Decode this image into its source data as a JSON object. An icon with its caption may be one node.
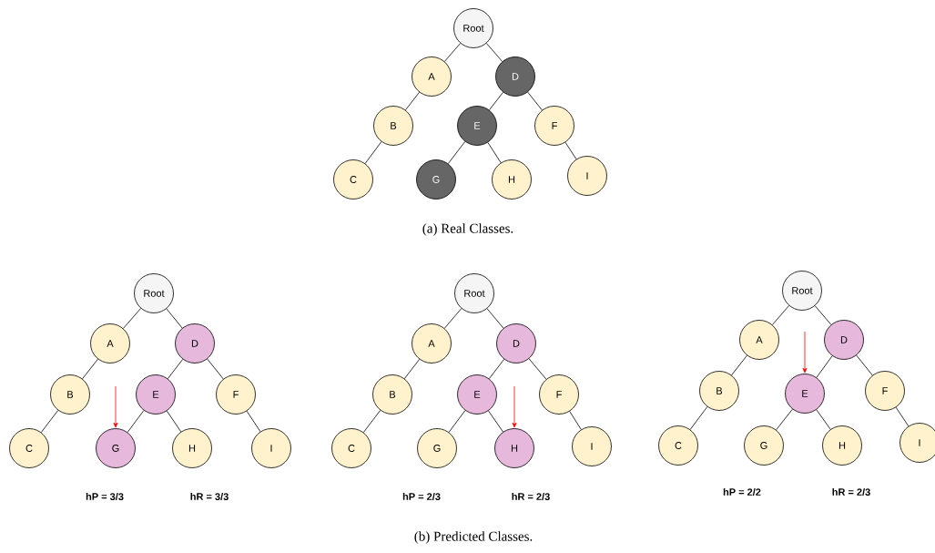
{
  "diagram": {
    "nodes": [
      {
        "text": [
          "Root"
        ]
      },
      {
        "text": [
          "A"
        ]
      },
      {
        "text": [
          "D"
        ]
      },
      {
        "text": [
          "B"
        ]
      },
      {
        "text": [
          "E"
        ]
      },
      {
        "text": [
          "F"
        ]
      },
      {
        "text": [
          "C"
        ]
      },
      {
        "text": [
          "G"
        ]
      },
      {
        "text": [
          "H"
        ]
      },
      {
        "text": [
          "I"
        ]
      },
      {
        "text": [
          "Root"
        ]
      },
      {
        "text": [
          "A"
        ]
      },
      {
        "text": [
          "D"
        ]
      },
      {
        "text": [
          "B"
        ]
      },
      {
        "text": [
          "E"
        ]
      },
      {
        "text": [
          "F"
        ]
      },
      {
        "text": [
          "C"
        ]
      },
      {
        "text": [
          "G"
        ]
      },
      {
        "text": [
          "H"
        ]
      },
      {
        "text": [
          "I"
        ]
      },
      {
        "text": [
          "Root"
        ]
      },
      {
        "text": [
          "A"
        ]
      },
      {
        "text": [
          "D"
        ]
      },
      {
        "text": [
          "B"
        ]
      },
      {
        "text": [
          "E"
        ]
      },
      {
        "text": [
          "F"
        ]
      },
      {
        "text": [
          "C"
        ]
      },
      {
        "text": [
          "G"
        ]
      },
      {
        "text": [
          "H"
        ]
      },
      {
        "text": [
          "I"
        ]
      },
      {
        "text": [
          "Root"
        ]
      },
      {
        "text": [
          "A"
        ]
      },
      {
        "text": [
          "D"
        ]
      },
      {
        "text": [
          "B"
        ]
      },
      {
        "text": [
          "E"
        ]
      },
      {
        "text": [
          "F"
        ]
      },
      {
        "text": [
          "C"
        ]
      },
      {
        "text": [
          "G"
        ]
      },
      {
        "text": [
          "H"
        ]
      },
      {
        "text": [
          "I"
        ]
      }
    ],
    "edges": [
      {
        "from": 0,
        "to": 1,
        "arrow": "none"
      },
      {
        "from": 0,
        "to": 2,
        "arrow": "none"
      },
      {
        "from": 1,
        "to": 3,
        "arrow": "none"
      },
      {
        "from": 3,
        "to": 6,
        "arrow": "none"
      },
      {
        "from": 2,
        "to": 4,
        "arrow": "none"
      },
      {
        "from": 2,
        "to": 5,
        "arrow": "none"
      },
      {
        "from": 4,
        "to": 7,
        "arrow": "none"
      },
      {
        "from": 4,
        "to": 8,
        "arrow": "none"
      },
      {
        "from": 5,
        "to": 9,
        "arrow": "none"
      },
      {
        "from": 10,
        "to": 11,
        "arrow": "none"
      },
      {
        "from": 10,
        "to": 12,
        "arrow": "none"
      },
      {
        "from": 11,
        "to": 13,
        "arrow": "none"
      },
      {
        "from": 13,
        "to": 16,
        "arrow": "none"
      },
      {
        "from": 12,
        "to": 14,
        "arrow": "none"
      },
      {
        "from": 12,
        "to": 15,
        "arrow": "none"
      },
      {
        "from": 14,
        "to": 17,
        "arrow": "none"
      },
      {
        "from": 14,
        "to": 18,
        "arrow": "none"
      },
      {
        "from": 15,
        "to": 19,
        "arrow": "none"
      },
      {
        "from": 20,
        "to": 21,
        "arrow": "none"
      },
      {
        "from": 20,
        "to": 22,
        "arrow": "none"
      },
      {
        "from": 21,
        "to": 23,
        "arrow": "none"
      },
      {
        "from": 23,
        "to": 26,
        "arrow": "none"
      },
      {
        "from": 22,
        "to": 24,
        "arrow": "none"
      },
      {
        "from": 22,
        "to": 25,
        "arrow": "none"
      },
      {
        "from": 24,
        "to": 27,
        "arrow": "none"
      },
      {
        "from": 24,
        "to": 28,
        "arrow": "none"
      },
      {
        "from": 25,
        "to": 29,
        "arrow": "none"
      },
      {
        "from": 30,
        "to": 31,
        "arrow": "none"
      },
      {
        "from": 30,
        "to": 32,
        "arrow": "none"
      },
      {
        "from": 31,
        "to": 33,
        "arrow": "none"
      },
      {
        "from": 33,
        "to": 36,
        "arrow": "none"
      },
      {
        "from": 32,
        "to": 34,
        "arrow": "none"
      },
      {
        "from": 32,
        "to": 35,
        "arrow": "none"
      },
      {
        "from": 34,
        "to": 37,
        "arrow": "none"
      },
      {
        "from": 34,
        "to": 38,
        "arrow": "none"
      },
      {
        "from": 35,
        "to": 39,
        "arrow": "none"
      },
      {
        "from": null,
        "to": 17,
        "arrow": "to",
        "color": "#ff0000"
      },
      {
        "from": null,
        "to": 28,
        "arrow": "to",
        "color": "#ff0000"
      },
      {
        "from": null,
        "to": 34,
        "arrow": "to",
        "color": "#ff0000"
      }
    ],
    "labels": [
      "(a) Real Classes.",
      "hP = 3/3",
      "hR = 3/3",
      "hP = 2/3",
      "hR = 2/3",
      "hP = 2/2",
      "hR = 2/3",
      "(b) Predicted Classes."
    ]
  }
}
